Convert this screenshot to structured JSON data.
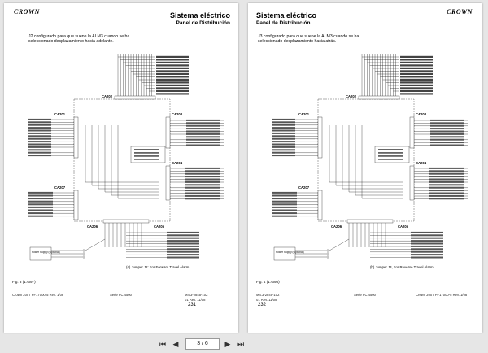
{
  "left_page": {
    "logo": "CROWN",
    "title": "Sistema eléctrico",
    "subtitle": "Panel de Distribución",
    "intro": "J2 configurado para que suene la ALM3 cuando se ha seleccionado desplazamiento hacia adelante.",
    "connectors": [
      "CA202",
      "CA201",
      "CA203",
      "CA204",
      "CA207",
      "CA206",
      "CA205"
    ],
    "caption": "(a) Jumper J2: For Forward Travel Alarm",
    "power_supply": "Power Supply (Optional)",
    "fig": "Fig. 3 (17397)",
    "footer_left": "Crown 2007 PF17000-5 Rev. 1/08",
    "footer_center": "Serie FC 4500",
    "footer_doc": "M4.3-2845-102",
    "footer_rev": "01 Rev. 11/08",
    "page_number": "231"
  },
  "right_page": {
    "logo": "CROWN",
    "title": "Sistema eléctrico",
    "subtitle": "Panel de Distribución",
    "intro": "J3 configurado para que suene la ALM3 cuando se ha seleccionado desplazamiento hacia atrás.",
    "connectors": [
      "CA202",
      "CA201",
      "CA203",
      "CA204",
      "CA207",
      "CA206",
      "CA205"
    ],
    "caption": "(b) Jumper J3, For Reverse Travel Alarm",
    "power_supply": "Power Supply (Optional)",
    "fig": "Fig. 4 (17398)",
    "footer_left": "M4.3-2845-102",
    "footer_rev": "01 Rev. 11/08",
    "footer_center": "Serie FC 4500",
    "footer_right": "Crown 2007 PF17000-5 Rev. 1/08",
    "page_number": "232"
  },
  "navbar": {
    "page_indicator": "3 / 6",
    "icons": [
      "first-page-icon",
      "prev-page-icon",
      "next-page-icon",
      "last-page-icon"
    ],
    "first": "⏮",
    "prev": "◀",
    "next": "▶",
    "last": "⏭"
  }
}
